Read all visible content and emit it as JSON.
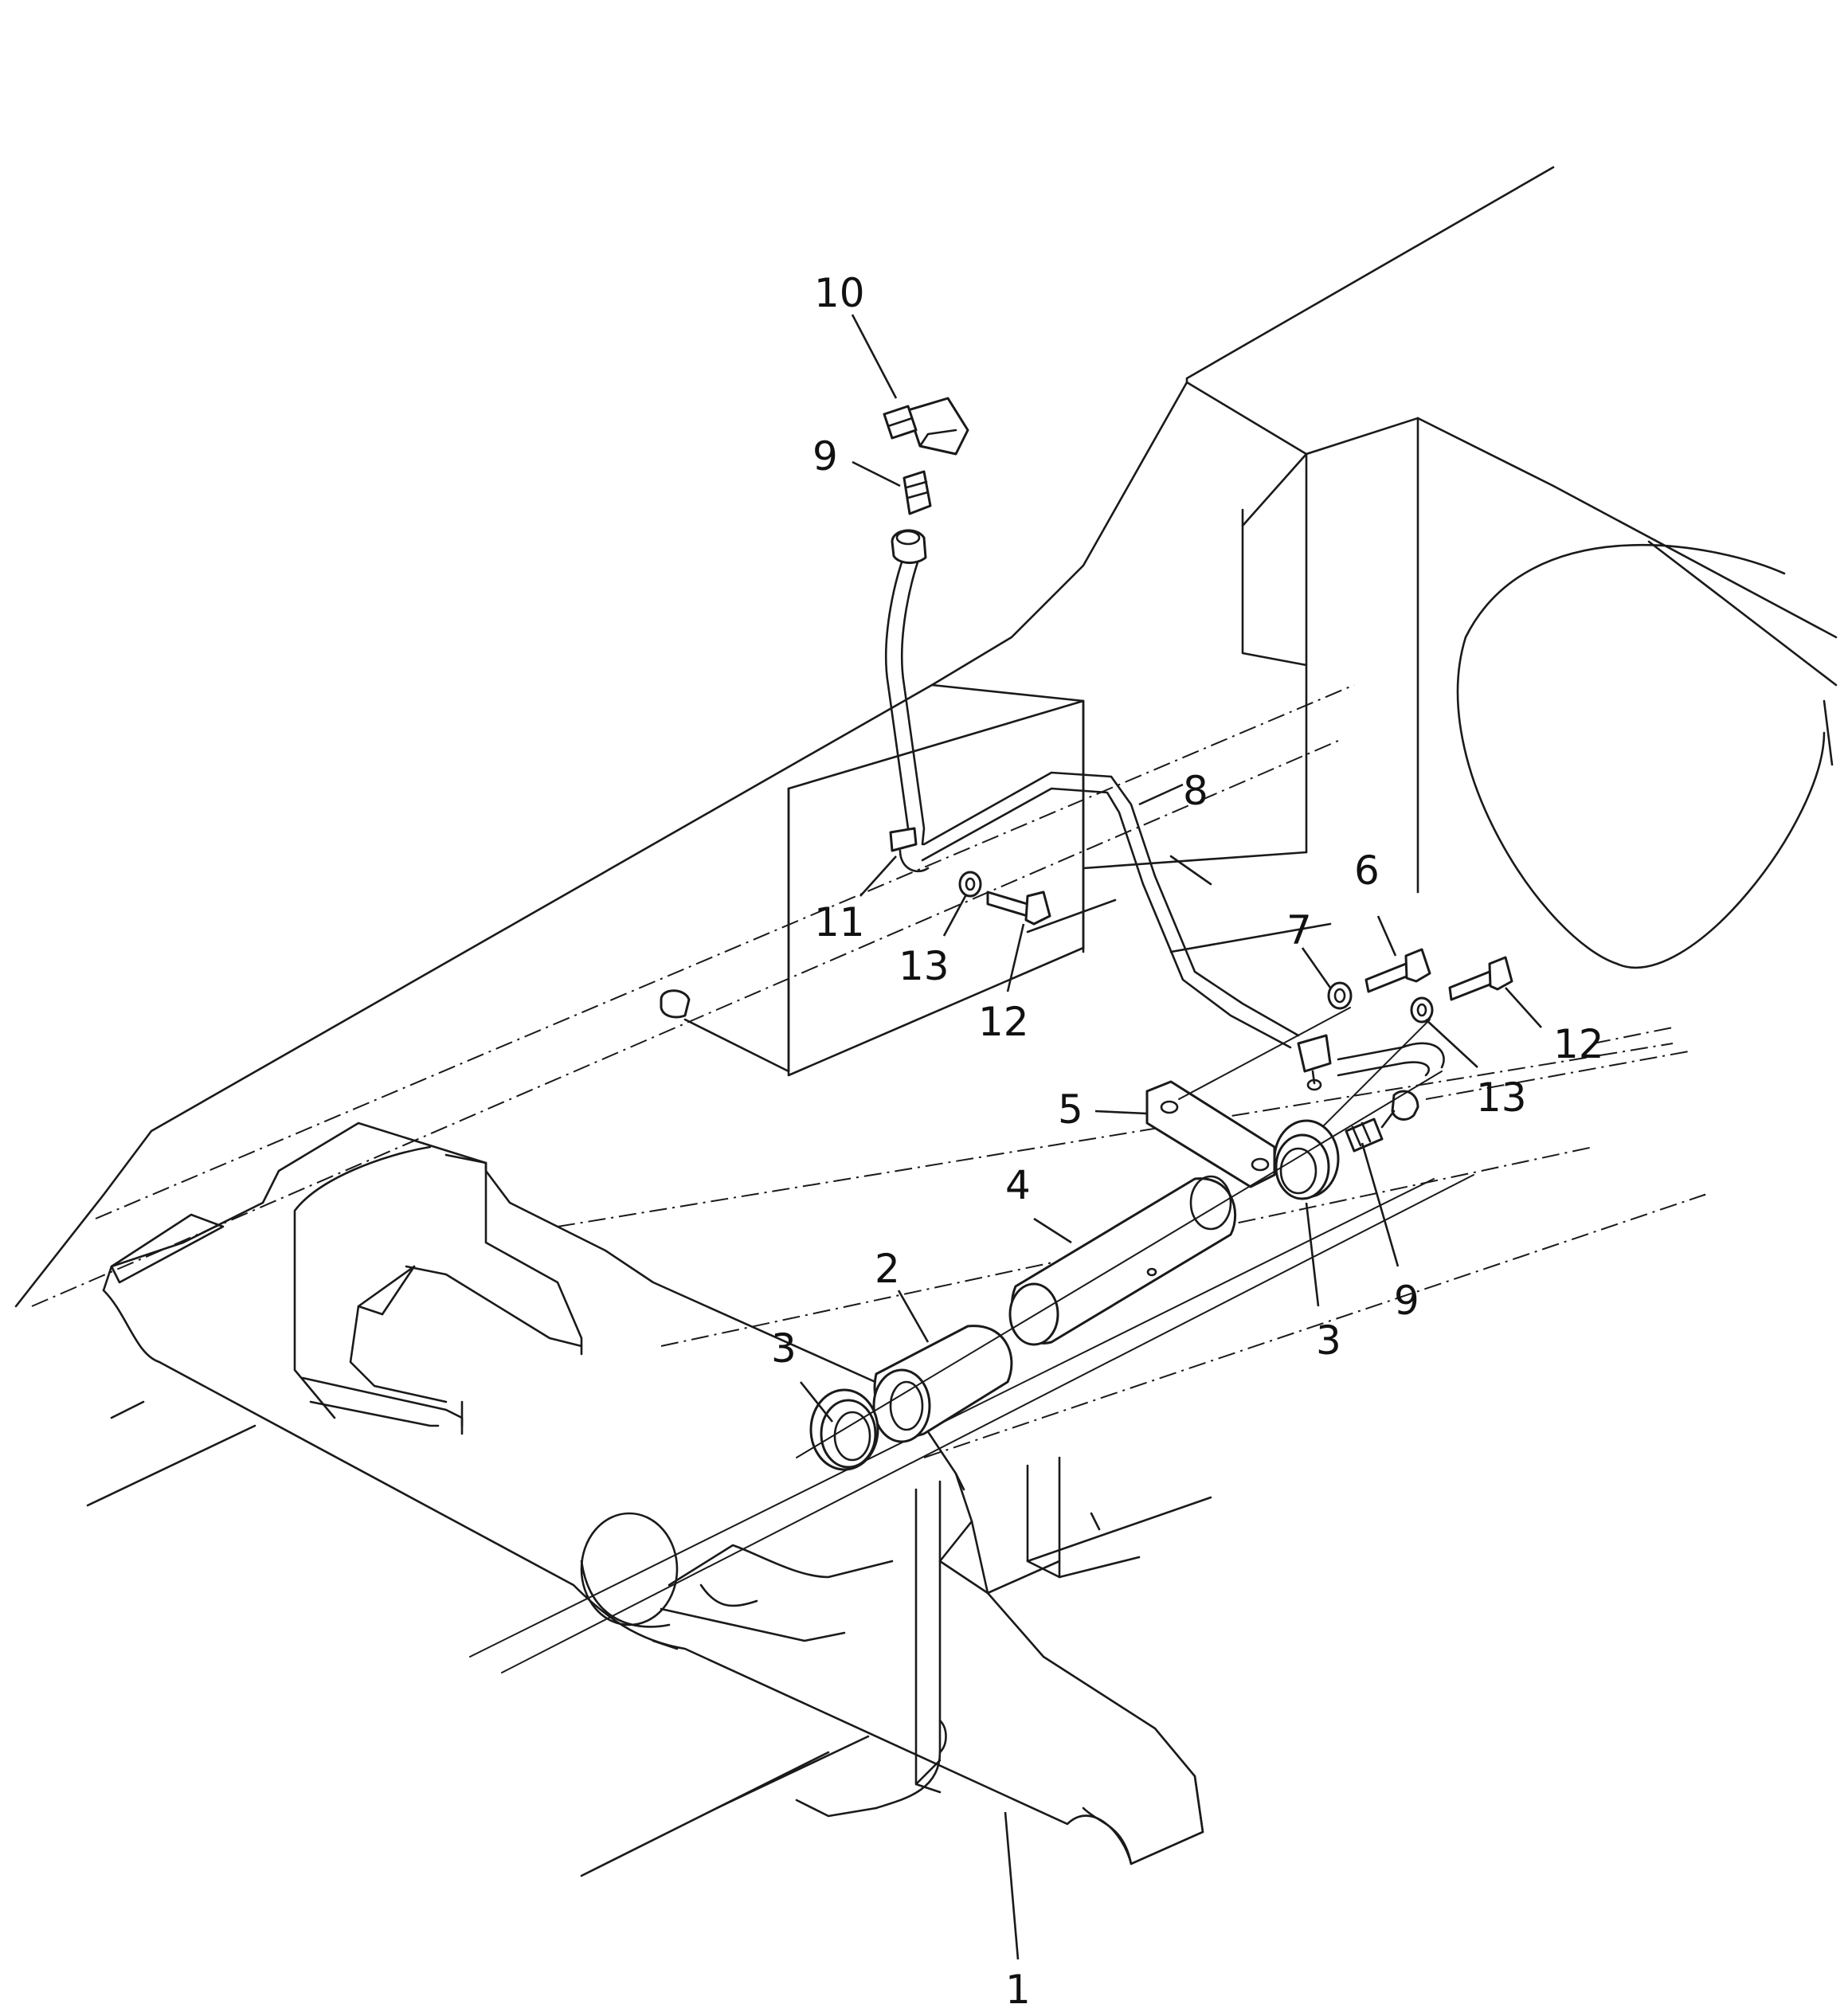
{
  "colors": {
    "line": "#1a1a1a",
    "background": "#ffffff"
  },
  "callouts": {
    "c1": "1",
    "c2": "2",
    "c3a": "3",
    "c3b": "3",
    "c4": "4",
    "c5": "5",
    "c6": "6",
    "c7": "7",
    "c8": "8",
    "c9a": "9",
    "c9b": "9",
    "c10": "10",
    "c11": "11",
    "c12a": "12",
    "c12b": "12",
    "c13a": "13",
    "c13b": "13"
  }
}
